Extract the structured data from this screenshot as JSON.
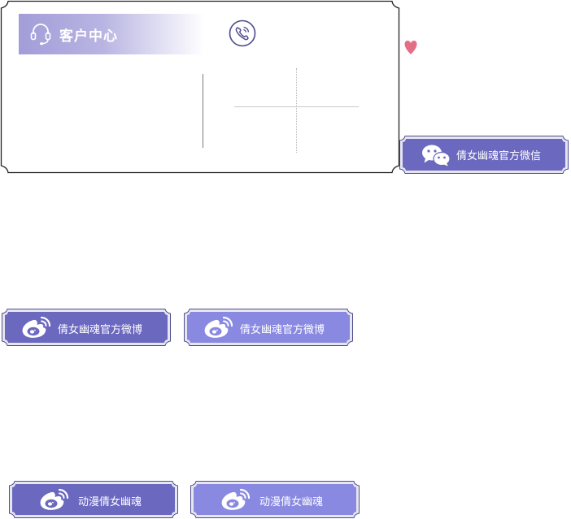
{
  "customer_center": {
    "title": "客户中心",
    "icons": [
      "headset-icon",
      "phone-icon"
    ]
  },
  "decor": {
    "heart_color": "#e36f86"
  },
  "colors": {
    "dark_button": "#6b68bf",
    "light_button": "#8989e2",
    "frame": "#e6e6ef",
    "card_border": "#222222"
  },
  "buttons": {
    "wechat": {
      "label": "倩女幽魂官方微信",
      "icon": "wechat-icon"
    },
    "weibo_dark": {
      "label": "倩女幽魂官方微博",
      "icon": "weibo-icon"
    },
    "weibo_light": {
      "label": "倩女幽魂官方微博",
      "icon": "weibo-icon"
    },
    "anime_dark": {
      "label": "动漫倩女幽魂",
      "icon": "weibo-icon"
    },
    "anime_light": {
      "label": "动漫倩女幽魂",
      "icon": "weibo-icon"
    }
  }
}
